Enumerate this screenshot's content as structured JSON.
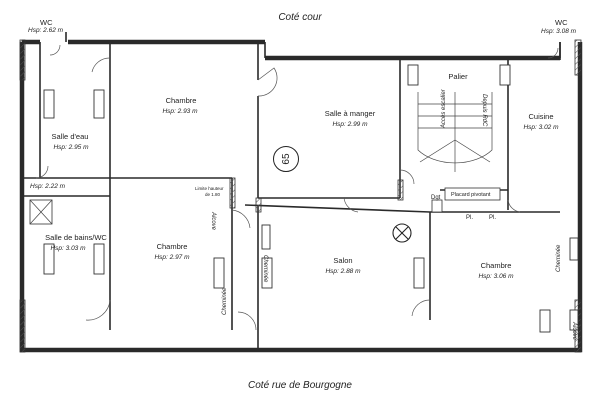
{
  "sides": {
    "top": "Coté cour",
    "bottom": "Coté rue de Bourgogne"
  },
  "badge": "65",
  "rooms": {
    "wc_left": {
      "name": "WC",
      "height": "Hsp: 2.62 m"
    },
    "wc_right": {
      "name": "WC",
      "height": "Hsp: 3.08 m"
    },
    "chambre_1": {
      "name": "Chambre",
      "height": "Hsp: 2.93 m"
    },
    "salle_manger": {
      "name": "Salle à manger",
      "height": "Hsp: 2.99 m"
    },
    "palier": {
      "name": "Palier"
    },
    "cuisine": {
      "name": "Cuisine",
      "height": "Hsp: 3.02 m"
    },
    "salle_eau": {
      "name": "Salle d'eau",
      "height": "Hsp: 2.95 m"
    },
    "hall_left": {
      "height": "Hsp: 2.22 m"
    },
    "salle_bains": {
      "name": "Salle de bains/WC",
      "height": "Hsp: 3.03 m"
    },
    "chambre_2": {
      "name": "Chambre",
      "height": "Hsp: 2.97 m"
    },
    "salon": {
      "name": "Salon",
      "height": "Hsp: 2.88 m"
    },
    "chambre_3": {
      "name": "Chambre",
      "height": "Hsp: 3.06 m"
    }
  },
  "annotations": {
    "acces_escalier": "Accès escalier",
    "depuis_rdc": "Depuis RdC",
    "placard_pivotant": "Placard pivotant",
    "dgt": "Dgt",
    "pl_1": "Pl.",
    "pl_2": "Pl.",
    "alcove_left": "Alcove",
    "alcove_right": "Alcove",
    "cheminee_1": "Cheminée",
    "cheminee_2": "Cheminée",
    "cheminee_3": "Cheminée",
    "limite_hauteur": "Limite hauteur",
    "limite_hauteur_val": "de 1.80"
  }
}
